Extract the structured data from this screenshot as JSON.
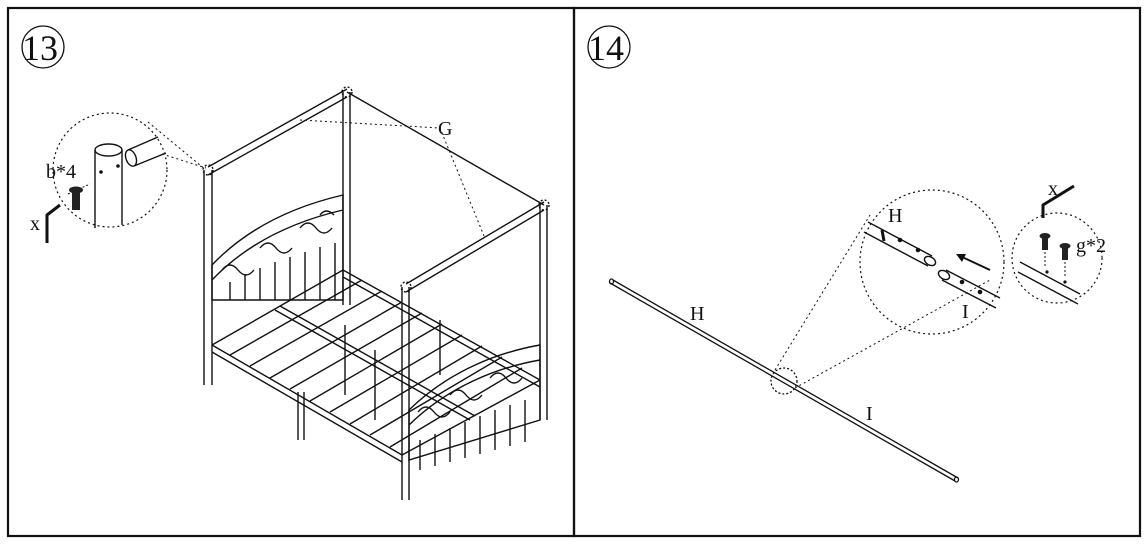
{
  "panels": [
    {
      "step": "13",
      "labels": {
        "screw": "b*4",
        "tool": "x",
        "rod": "G"
      }
    },
    {
      "step": "14",
      "labels": {
        "rod_left": "H",
        "rod_right": "I",
        "zoom_left": "H",
        "zoom_right": "I",
        "tool": "x",
        "screw": "g*2"
      }
    }
  ],
  "colors": {
    "line": "#111111",
    "background": "#ffffff"
  }
}
